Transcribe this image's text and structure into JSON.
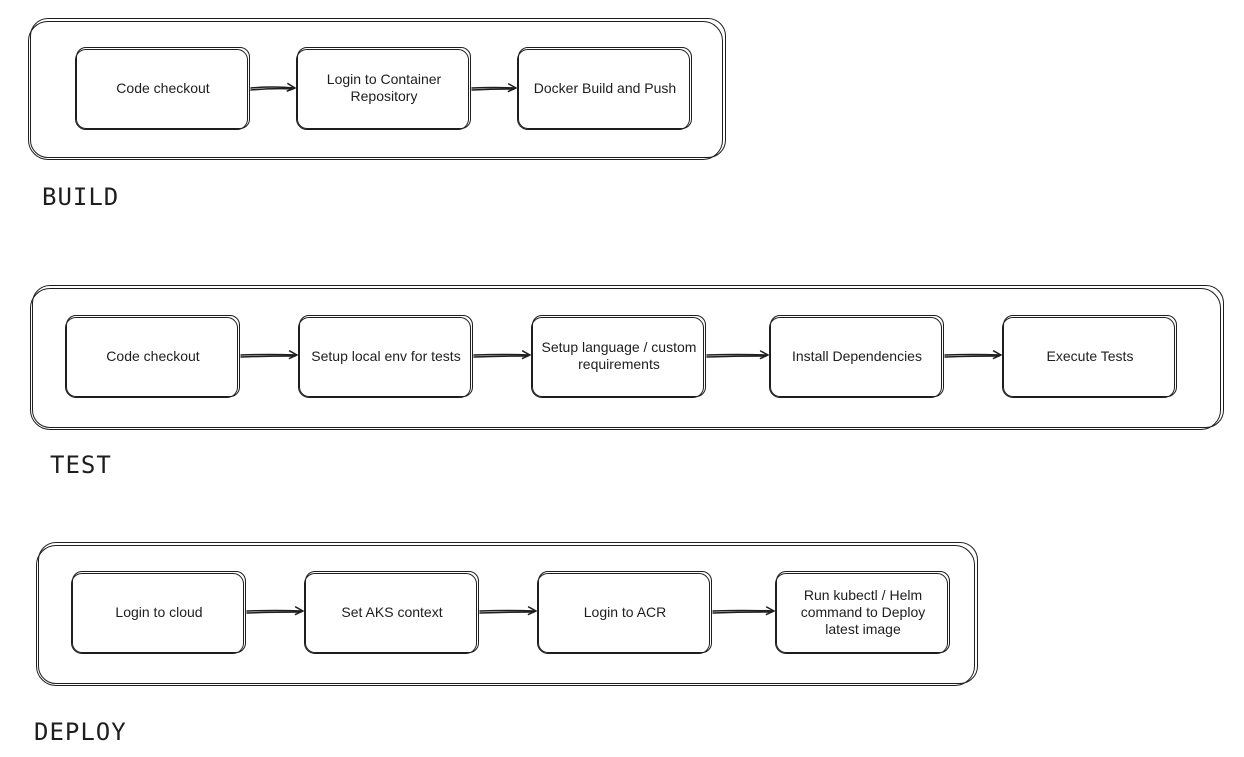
{
  "stages": [
    {
      "label": "BUILD",
      "steps": [
        "Code checkout",
        "Login to Container Repository",
        "Docker Build and Push"
      ]
    },
    {
      "label": "TEST",
      "steps": [
        "Code checkout",
        "Setup local env for tests",
        "Setup language / custom requirements",
        "Install Dependencies",
        "Execute Tests"
      ]
    },
    {
      "label": "DEPLOY",
      "steps": [
        "Login to cloud",
        "Set  AKS context",
        "Login to ACR",
        "Run kubectl / Helm command to Deploy latest image"
      ]
    }
  ],
  "colors": {
    "stroke": "#1e1e1e",
    "background": "#ffffff"
  }
}
